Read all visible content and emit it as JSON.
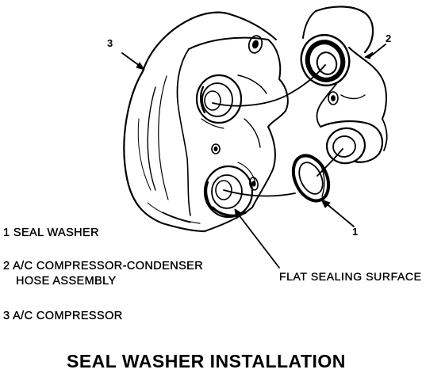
{
  "callouts": {
    "c1": "1",
    "c2": "2",
    "c3": "3"
  },
  "legend": {
    "item1": "1  SEAL WASHER",
    "item2a": "2  A/C COMPRESSOR-CONDENSER",
    "item2b": "HOSE ASSEMBLY",
    "item3": "3  A/C COMPRESSOR"
  },
  "note": "FLAT SEALING SURFACE",
  "caption": "SEAL WASHER INSTALLATION",
  "colors": {
    "ink": "#000000",
    "paper": "#ffffff"
  }
}
